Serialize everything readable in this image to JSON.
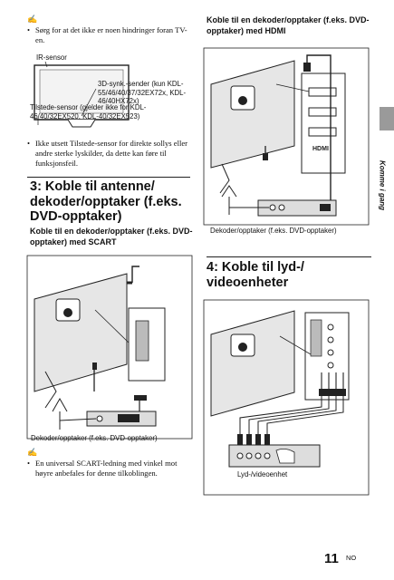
{
  "page": {
    "number": "11",
    "suffix": "NO",
    "side_tab": "Komme i gang"
  },
  "left": {
    "note_icon": "✍",
    "bullet1": "Sørg for at det ikke er noen hindringer foran TV-en.",
    "ir_sensor": "IR-sensor",
    "sync_sender": "3D-synk.-sender (kun KDL-55/46/40/37/32EX72x, KDL-46/40HX72x)",
    "tilt_sensor": "Tilstede-sensor (gjelder ikke for KDL-46/40/32EX520, KDL-40/32EX523)",
    "bullet2": "Ikke utsett Tilstede-sensor for direkte sollys eller andre sterke lyskilder, da dette kan føre til funksjonsfeil.",
    "section3_title": "3: Koble til antenne/ dekoder/opptaker (f.eks. DVD-opptaker)",
    "scart_heading": "Koble til en dekoder/opptaker (f.eks. DVD-opptaker) med SCART",
    "scart_caption": "Dekoder/opptaker (f.eks. DVD-opptaker)",
    "note_icon2": "✍",
    "bullet3": "En universal SCART-ledning med vinkel mot høyre anbefales for denne tilkoblingen."
  },
  "right": {
    "hdmi_heading": "Koble til en dekoder/opptaker (f.eks. DVD-opptaker) med HDMI",
    "hdmi_caption": "Dekoder/opptaker (f.eks. DVD-opptaker)",
    "section4_title": "4: Koble til lyd-/ videoenheter",
    "av_caption": "Lyd-/videoenhet",
    "hdmi_logo": "HDMI"
  },
  "colors": {
    "gray_tab": "#9a9a9a",
    "device_gray": "#d9d9d9",
    "line": "#222222"
  }
}
